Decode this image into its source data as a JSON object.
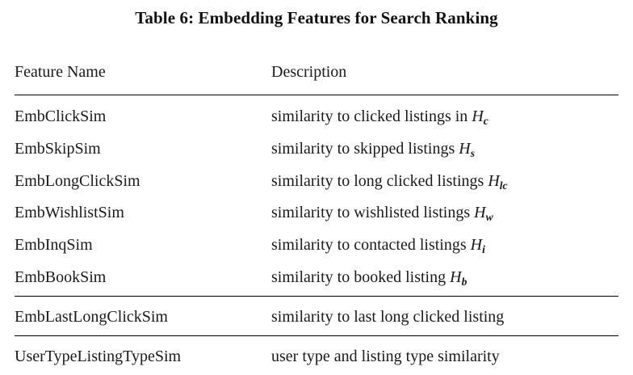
{
  "caption": "Table 6: Embedding Features for Search Ranking",
  "table": {
    "columns": [
      {
        "key": "feature_name",
        "header": "Feature Name"
      },
      {
        "key": "description",
        "header": "Description"
      }
    ],
    "groups": [
      {
        "rows": [
          {
            "feature_name": "EmbClickSim",
            "description": "similarity to clicked listings in ",
            "symbol": "H",
            "subscript": "c"
          },
          {
            "feature_name": "EmbSkipSim",
            "description": "similarity to skipped listings ",
            "symbol": "H",
            "subscript": "s"
          },
          {
            "feature_name": "EmbLongClickSim",
            "description": "similarity to long clicked listings ",
            "symbol": "H",
            "subscript": "lc"
          },
          {
            "feature_name": "EmbWishlistSim",
            "description": "similarity to wishlisted listings ",
            "symbol": "H",
            "subscript": "w"
          },
          {
            "feature_name": "EmbInqSim",
            "description": "similarity to contacted listings ",
            "symbol": "H",
            "subscript": "i"
          },
          {
            "feature_name": "EmbBookSim",
            "description": "similarity to booked listing ",
            "symbol": "H",
            "subscript": "b"
          }
        ]
      },
      {
        "rows": [
          {
            "feature_name": "EmbLastLongClickSim",
            "description": "similarity to last long clicked listing",
            "symbol": "",
            "subscript": ""
          }
        ]
      },
      {
        "rows": [
          {
            "feature_name": "UserTypeListingTypeSim",
            "description": "user type and listing type similarity",
            "symbol": "",
            "subscript": ""
          }
        ]
      }
    ]
  },
  "colors": {
    "text": "#1a1a1a",
    "rule": "#000000",
    "background": "#ffffff"
  }
}
